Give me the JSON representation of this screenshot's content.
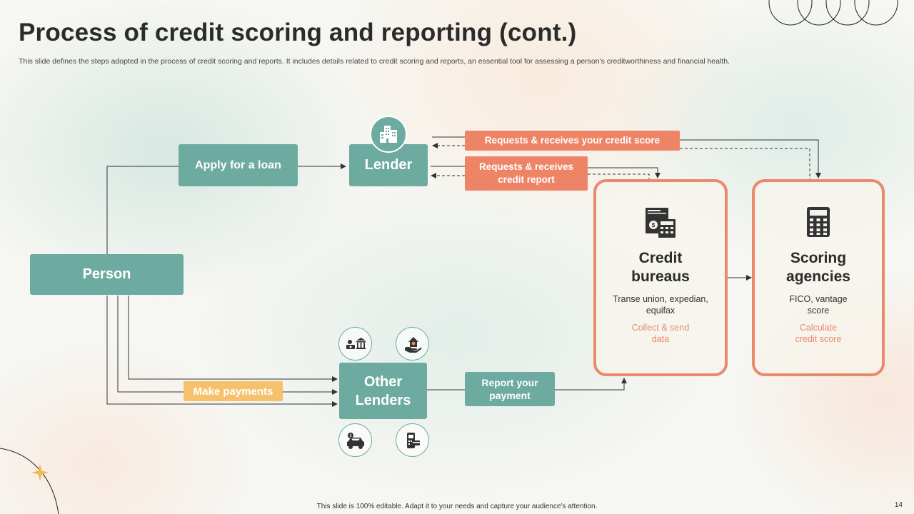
{
  "title": "Process of credit scoring and reporting (cont.)",
  "subtitle": "This slide defines the steps adopted in the process of credit scoring and reports. It includes details related to credit scoring and reports, an essential tool for assessing a person's creditworthiness and financial health.",
  "nodes": {
    "person": "Person",
    "apply_loan": "Apply for a loan",
    "lender": "Lender",
    "requests_score": "Requests & receives your credit score",
    "requests_report": "Requests & receives credit report",
    "make_payments": "Make payments",
    "other_lenders": "Other Lenders",
    "report_payment": "Report your payment"
  },
  "cards": {
    "credit_bureaus": {
      "heading": "Credit bureaus",
      "description": "Transe union, expedian, equifax",
      "action": "Collect & send data"
    },
    "scoring_agencies": {
      "heading": "Scoring agencies",
      "description": "FICO, vantage score",
      "action": "Calculate credit score"
    }
  },
  "icons": {
    "lender": "buildings-icon",
    "other_lenders_1": "money-bank-icon",
    "other_lenders_2": "house-in-hand-icon",
    "other_lenders_3": "car-loan-icon",
    "other_lenders_4": "card-payment-icon",
    "credit_bureaus": "calculator-bills-icon",
    "scoring_agencies": "calculator-icon"
  },
  "colors": {
    "teal": "#6daa9f",
    "coral": "#ee8466",
    "yellow": "#f5c16a",
    "card_border": "#e98a6c",
    "dark_text": "#2b2b2b"
  },
  "footer": "This slide is 100% editable. Adapt it to your needs and capture your audience's attention.",
  "page_number": "14"
}
